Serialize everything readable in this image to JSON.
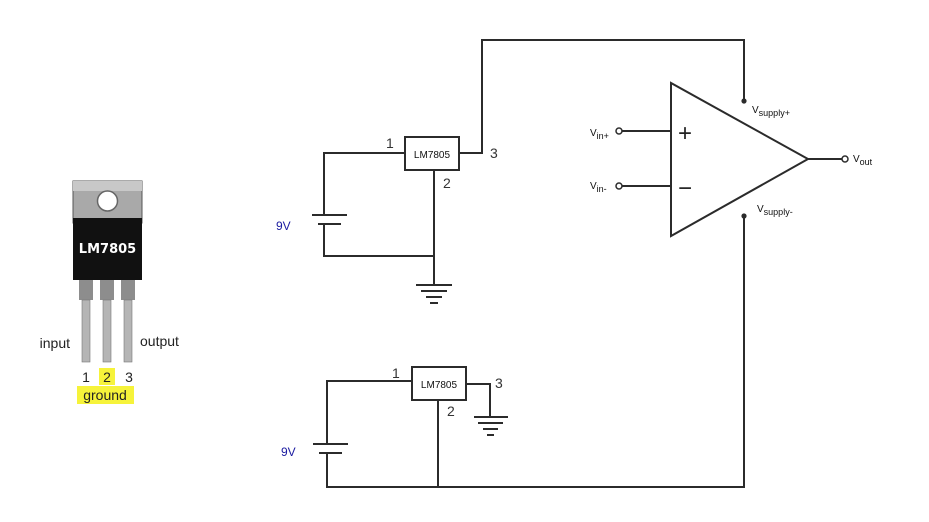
{
  "package": {
    "part": "LM7805",
    "pin_labels": {
      "input": "input",
      "output": "output"
    },
    "pin_numbers": [
      "1",
      "2",
      "3"
    ],
    "ground_label": "ground",
    "highlight_color": "#f6f33a"
  },
  "regulator_top": {
    "part": "LM7805",
    "pin1": "1",
    "pin2": "2",
    "pin3": "3",
    "battery_label": "9V"
  },
  "regulator_bottom": {
    "part": "LM7805",
    "pin1": "1",
    "pin2": "2",
    "pin3": "3",
    "battery_label": "9V"
  },
  "opamp": {
    "plus_symbol": "+",
    "minus_symbol": "−",
    "vin_plus": {
      "main": "V",
      "sub": "in+"
    },
    "vin_minus": {
      "main": "V",
      "sub": "in-"
    },
    "vout": {
      "main": "V",
      "sub": "out"
    },
    "vsupply_plus": {
      "main": "V",
      "sub": "supply+"
    },
    "vsupply_minus": {
      "main": "V",
      "sub": "supply-"
    }
  },
  "colors": {
    "wire": "#2b2b2b",
    "battery_label": "#1a1aa0",
    "package_body": "#111111"
  }
}
